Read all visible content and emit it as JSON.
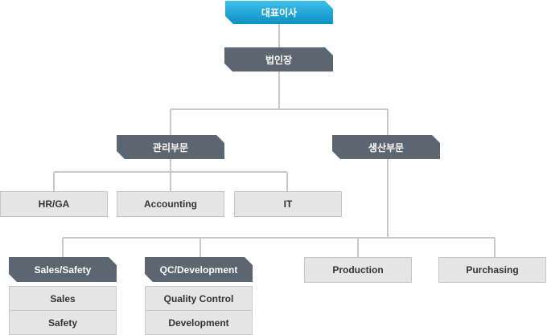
{
  "ceo": "대표이사",
  "president": "법인장",
  "divisions": {
    "admin": "관리부문",
    "production": "생산부문"
  },
  "admin_depts": [
    "HR/GA",
    "Accounting",
    "IT"
  ],
  "production_groups": {
    "sales_safety": {
      "title": "Sales/Safety",
      "items": [
        "Sales",
        "Safety"
      ]
    },
    "qc_development": {
      "title": "QC/Development",
      "items": [
        "Quality Control",
        "Development"
      ]
    },
    "production": "Production",
    "purchasing": "Purchasing"
  }
}
